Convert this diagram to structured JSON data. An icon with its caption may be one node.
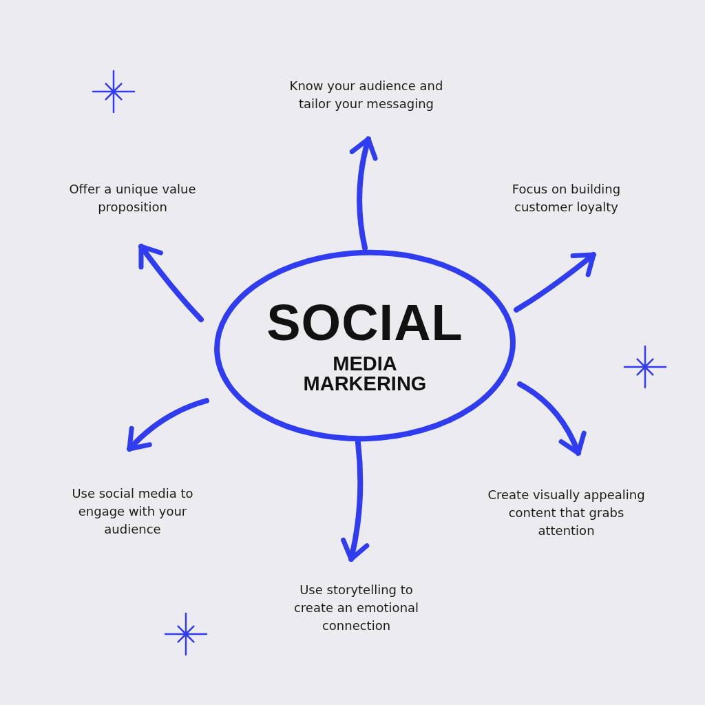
{
  "diagram": {
    "nodes": [
      {
        "text": [
          "SOCIAL",
          "MEDIA MARKERING"
        ]
      },
      {
        "text": [
          "Know your audience and tailor your messaging"
        ]
      },
      {
        "text": [
          "Focus on building customer loyalty"
        ]
      },
      {
        "text": [
          "Offer a unique value proposition"
        ]
      },
      {
        "text": [
          "Use social media to engage with your audience"
        ]
      },
      {
        "text": [
          "Create visually appealing content that grabs attention"
        ]
      },
      {
        "text": [
          "Use storytelling to create an emotional connection"
        ]
      }
    ],
    "edges": [
      {
        "from": 0,
        "to": 1,
        "arrow": "to"
      },
      {
        "from": 0,
        "to": 2,
        "arrow": "to"
      },
      {
        "from": 0,
        "to": 3,
        "arrow": "to"
      },
      {
        "from": 0,
        "to": 4,
        "arrow": "to"
      },
      {
        "from": 0,
        "to": 5,
        "arrow": "to"
      },
      {
        "from": 0,
        "to": 6,
        "arrow": "to"
      }
    ]
  }
}
